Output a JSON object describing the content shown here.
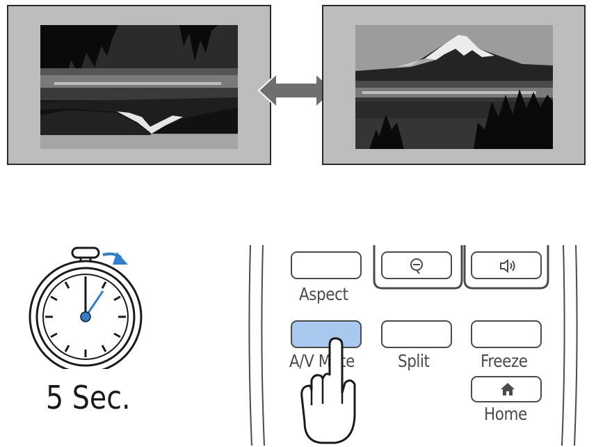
{
  "timer": {
    "label": "5 Sec."
  },
  "remote": {
    "buttons": {
      "aspect": "Aspect",
      "av_mute": "A/V Mute",
      "split": "Split",
      "freeze": "Freeze",
      "home": "Home"
    },
    "highlight_color": "#a9c8ee",
    "icons": [
      "zoom-out-icon",
      "volume-icon",
      "home-icon"
    ]
  },
  "screens": {
    "left": "inverted-image",
    "right": "normal-image",
    "swap_arrow": "double-arrow-icon"
  },
  "accent_color": "#2f7fcf"
}
